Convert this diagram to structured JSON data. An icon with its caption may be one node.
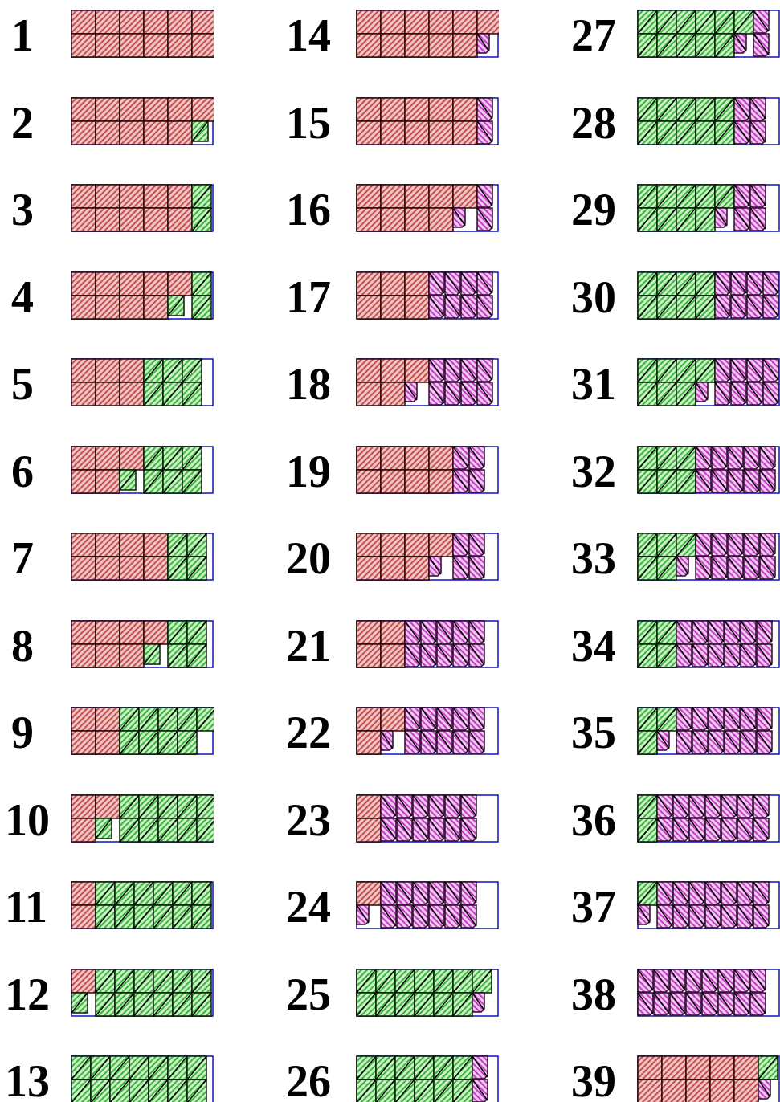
{
  "diagram": {
    "labels": [
      "1",
      "2",
      "3",
      "4",
      "5",
      "6",
      "7",
      "8",
      "9",
      "10",
      "11",
      "12",
      "13",
      "14",
      "15",
      "16",
      "17",
      "18",
      "19",
      "20",
      "21",
      "22",
      "23",
      "24",
      "25",
      "26",
      "27",
      "28",
      "29",
      "30",
      "31",
      "32",
      "33",
      "34",
      "35",
      "36",
      "37",
      "38",
      "39"
    ]
  }
}
